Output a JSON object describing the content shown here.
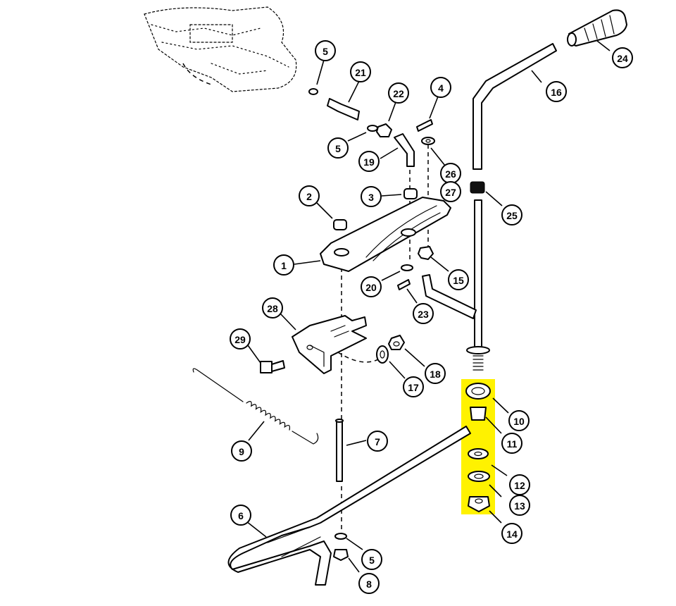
{
  "highlight_color": "#FFF200",
  "callouts": [
    {
      "id": "c5a",
      "label": "5",
      "target": "clip"
    },
    {
      "id": "c21",
      "label": "21",
      "target": "stud"
    },
    {
      "id": "c22",
      "label": "22",
      "target": "nut"
    },
    {
      "id": "c4",
      "label": "4",
      "target": "cotter-pin"
    },
    {
      "id": "c5b",
      "label": "5",
      "target": "washer"
    },
    {
      "id": "c19",
      "label": "19",
      "target": "bent-rod"
    },
    {
      "id": "c26",
      "label": "26",
      "target": "washer"
    },
    {
      "id": "c27",
      "label": "27",
      "target": "washer"
    },
    {
      "id": "c16",
      "label": "16",
      "target": "shift-lever"
    },
    {
      "id": "c24",
      "label": "24",
      "target": "hand-grip"
    },
    {
      "id": "c25",
      "label": "25",
      "target": "cap"
    },
    {
      "id": "c2",
      "label": "2",
      "target": "spacer"
    },
    {
      "id": "c3",
      "label": "3",
      "target": "spacer"
    },
    {
      "id": "c1",
      "label": "1",
      "target": "shift-plate"
    },
    {
      "id": "c15",
      "label": "15",
      "target": "nut"
    },
    {
      "id": "c20",
      "label": "20",
      "target": "washer"
    },
    {
      "id": "c23",
      "label": "23",
      "target": "cotter-pin"
    },
    {
      "id": "c28",
      "label": "28",
      "target": "bracket"
    },
    {
      "id": "c29",
      "label": "29",
      "target": "bolt"
    },
    {
      "id": "c18",
      "label": "18",
      "target": "nut"
    },
    {
      "id": "c17",
      "label": "17",
      "target": "lock-washer"
    },
    {
      "id": "c9",
      "label": "9",
      "target": "spring"
    },
    {
      "id": "c7",
      "label": "7",
      "target": "pin"
    },
    {
      "id": "c10",
      "label": "10",
      "target": "bearing"
    },
    {
      "id": "c11",
      "label": "11",
      "target": "bushing"
    },
    {
      "id": "c12",
      "label": "12",
      "target": "washer"
    },
    {
      "id": "c13",
      "label": "13",
      "target": "washer"
    },
    {
      "id": "c14",
      "label": "14",
      "target": "nut"
    },
    {
      "id": "c6",
      "label": "6",
      "target": "pedal-rod"
    },
    {
      "id": "c5c",
      "label": "5",
      "target": "washer"
    },
    {
      "id": "c8",
      "label": "8",
      "target": "nut"
    }
  ]
}
